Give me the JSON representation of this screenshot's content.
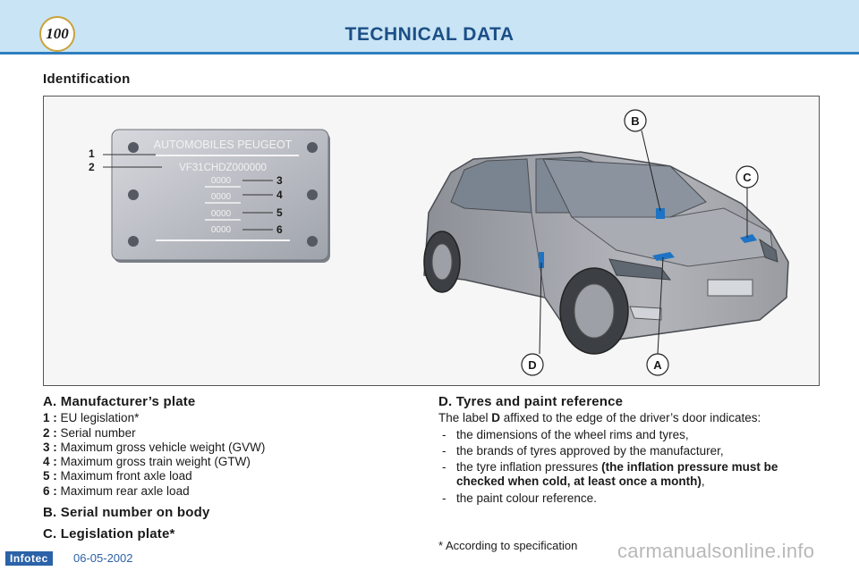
{
  "header": {
    "page_number": "100",
    "title": "TECHNICAL DATA"
  },
  "section": {
    "title": "Identification"
  },
  "figure": {
    "plate_title": "AUTOMOBILES PEUGEOT",
    "plate_serial": "VF31CHDZ000000",
    "plate_fields": [
      "0000",
      "0000",
      "0000",
      "0000"
    ],
    "plate_callouts": [
      "1",
      "2",
      "3",
      "4",
      "5",
      "6"
    ],
    "car_callouts": [
      "B",
      "C",
      "D",
      "A"
    ]
  },
  "left_column": {
    "a_heading": "A. Manufacturer’s plate",
    "items": [
      {
        "num": "1 :",
        "text": "EU legislation*"
      },
      {
        "num": "2 :",
        "text": "Serial number"
      },
      {
        "num": "3 :",
        "text": "Maximum gross vehicle weight (GVW)"
      },
      {
        "num": "4 :",
        "text": "Maximum gross train weight (GTW)"
      },
      {
        "num": "5 :",
        "text": "Maximum front axle load"
      },
      {
        "num": "6 :",
        "text": "Maximum rear axle load"
      }
    ],
    "b_heading": "B. Serial number on body",
    "c_heading": "C. Legislation plate*"
  },
  "right_column": {
    "d_heading": "D. Tyres and paint reference",
    "intro_pre": "The label ",
    "intro_label": "D",
    "intro_post": " affixed to the edge of the driver’s door indicates:",
    "bullets": [
      "the dimensions of the wheel rims and tyres,",
      "the brands of tyres approved by the manufacturer,"
    ],
    "bullet3_pre": "the tyre inflation pressures ",
    "bullet3_bold": "(the inflation pressure must be checked when cold, at least once a month)",
    "bullet3_post": ",",
    "bullet4": "the paint colour reference."
  },
  "footnote": "* According to specification",
  "footer": {
    "brand": "Infotec",
    "date": "06-05-2002",
    "watermark": "carmanualsonline.info"
  },
  "colors": {
    "header_bg": "#c9e4f5",
    "title": "#1c4f86",
    "marker_blue": "#1e73c4"
  }
}
